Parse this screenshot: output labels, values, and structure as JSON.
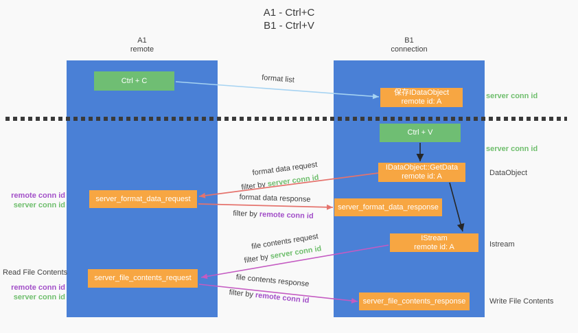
{
  "title": {
    "line1": "A1 - Ctrl+C",
    "line2": "B1 - Ctrl+V"
  },
  "columns": {
    "a": {
      "title": "A1",
      "subtitle": "remote"
    },
    "b": {
      "title": "B1",
      "subtitle": "connection"
    }
  },
  "boxes": {
    "ctrl_c": {
      "label": "Ctrl + C"
    },
    "ctrl_v": {
      "label": "Ctrl + V"
    },
    "save_dataobject": {
      "line1": "保存IDataObject",
      "line2": "remote id: A"
    },
    "getdata": {
      "line1": "IDataObject::GetData",
      "line2": "remote id: A"
    },
    "istream": {
      "line1": "IStream",
      "line2": "remote id: A"
    },
    "format_request": {
      "label": "server_format_data_request"
    },
    "format_response": {
      "label": "server_format_data_response"
    },
    "file_request": {
      "label": "server_file_contents_request"
    },
    "file_response": {
      "label": "server_file_contents_response"
    }
  },
  "arrow_labels": {
    "format_list": "format list",
    "format_data_request": "format data request",
    "format_data_response": "format data response",
    "file_contents_request": "file contents request",
    "file_contents_response": "file contents response",
    "filter_by": "filter by ",
    "server_conn_id": "server conn id",
    "remote_conn_id": "remote conn id"
  },
  "side_labels": {
    "server_conn_id_top": "server conn id",
    "server_conn_id_mid": "server conn id",
    "dataobject": "DataObject",
    "istream": "Istream",
    "write_file_contents": "Write File Contents",
    "read_file_contents": "Read File Contents",
    "remote_conn_id_1": "remote conn id",
    "server_conn_id_1": "server conn id",
    "remote_conn_id_2": "remote conn id",
    "server_conn_id_2": "server conn id"
  },
  "colors": {
    "lane_blue": "#4A80D6",
    "box_orange": "#F7A642",
    "box_green": "#6FBE73",
    "green_text": "#6FBE6D",
    "purple_text": "#A24FC8",
    "arrow_red": "#E5736D",
    "arrow_magenta": "#C45BC2",
    "arrow_lightblue": "#A6D3F2",
    "arrow_black": "#262626",
    "dashed_line": "#3a3a3a",
    "background": "#f9f9f9"
  }
}
